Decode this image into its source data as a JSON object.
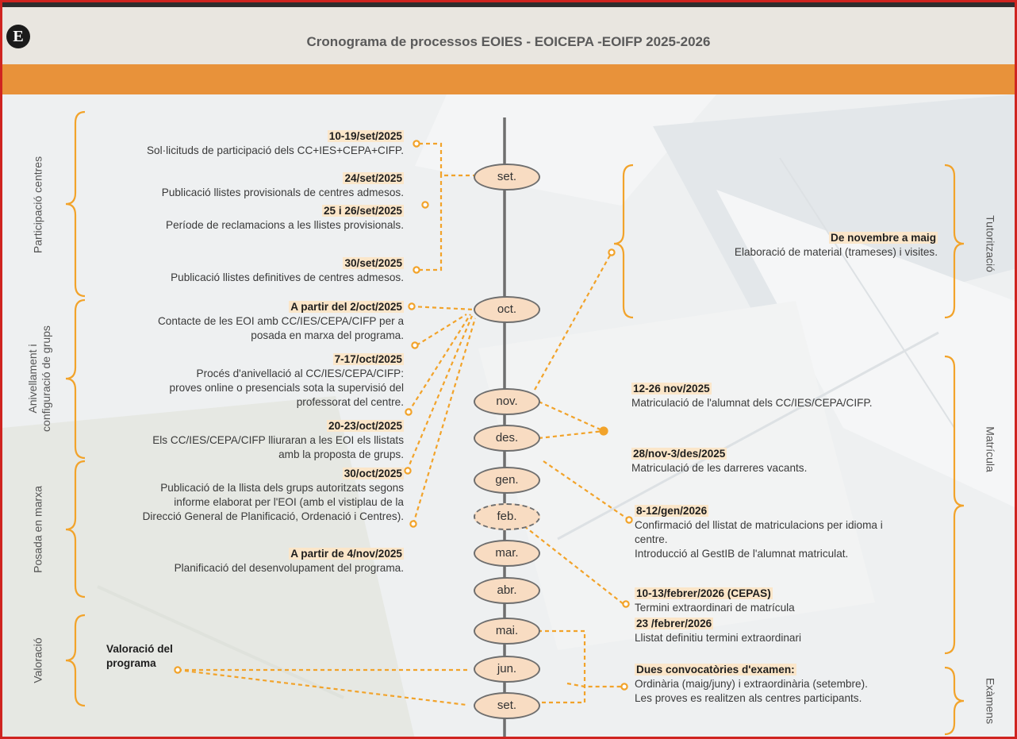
{
  "header": {
    "logo_letter": "E",
    "title": "Cronograma de processos EOIES - EOICEPA -EOIFP 2025-2026"
  },
  "colors": {
    "accent": "#e8923a",
    "month_fill": "#f8dcc2",
    "highlight": "#fbe6c9",
    "frame": "#cf2420"
  },
  "sections": {
    "left": [
      "Participació centres",
      "Anivellament i configuració de grups",
      "Posada en marxa",
      "Valoració"
    ],
    "right": [
      "Tutorització",
      "Matrícula",
      "Exàmens"
    ]
  },
  "months": [
    "set.",
    "oct.",
    "nov.",
    "des.",
    "gen.",
    "feb.",
    "mar.",
    "abr.",
    "mai.",
    "jun.",
    "set."
  ],
  "left_events": [
    {
      "date": "10-19/set/2025",
      "lines": [
        "Sol·licituds de participació dels CC+IES+CEPA+CIFP."
      ]
    },
    {
      "date": "24/set/2025",
      "lines": [
        "Publicació llistes provisionals de centres admesos."
      ]
    },
    {
      "date": "25 i 26/set/2025",
      "lines": [
        "Període de reclamacions a les llistes provisionals."
      ]
    },
    {
      "date": "30/set/2025",
      "lines": [
        "Publicació llistes definitives de centres admesos."
      ]
    },
    {
      "date": "A partir del 2/oct/2025",
      "lines": [
        "Contacte de les EOI amb CC/IES/CEPA/CIFP per a",
        "posada en marxa del programa."
      ]
    },
    {
      "date": "7-17/oct/2025",
      "lines": [
        "Procés d'anivellació al CC/IES/CEPA/CIFP:",
        "proves online o presencials sota la supervisió del",
        "professorat del centre."
      ]
    },
    {
      "date": "20-23/oct/2025",
      "lines": [
        "Els CC/IES/CEPA/CIFP lliuraran a les EOI els llistats",
        "amb la proposta de grups."
      ]
    },
    {
      "date": "30/oct/2025",
      "lines": [
        "Publicació de la llista dels grups autoritzats segons",
        "informe elaborat per l'EOI (amb el vistiplau de la",
        "Direcció General de Planificació, Ordenació i Centres)."
      ]
    },
    {
      "date": "A partir de 4/nov/2025",
      "lines": [
        "Planificació del desenvolupament del programa."
      ]
    },
    {
      "date": "Valoració del",
      "lines": []
    },
    {
      "date": "programa",
      "lines": []
    }
  ],
  "right_events": [
    {
      "date": "De novembre a maig",
      "lines": [
        "Elaboració de material (trameses) i visites."
      ]
    },
    {
      "date": "12-26 nov/2025",
      "lines": [
        "Matriculació de l'alumnat dels CC/IES/CEPA/CIFP."
      ]
    },
    {
      "date": "28/nov-3/des/2025",
      "lines": [
        "Matriculació de les darreres vacants."
      ]
    },
    {
      "date": "8-12/gen/2026",
      "lines": [
        "Confirmació del llistat de matriculacions per idioma i",
        "centre.",
        "Introducció al GestIB de l'alumnat matriculat."
      ]
    },
    {
      "date": "10-13/febrer/2026 (CEPAS)",
      "lines": [
        "Termini extraordinari de matrícula"
      ]
    },
    {
      "date": "23 /febrer/2026",
      "lines": [
        "Llistat definitiu termini extraordinari"
      ]
    },
    {
      "date": "Dues convocatòries d'examen:",
      "lines": [
        "Ordinària (maig/juny) i extraordinària (setembre).",
        "Les proves es realitzen als centres participants."
      ]
    }
  ]
}
